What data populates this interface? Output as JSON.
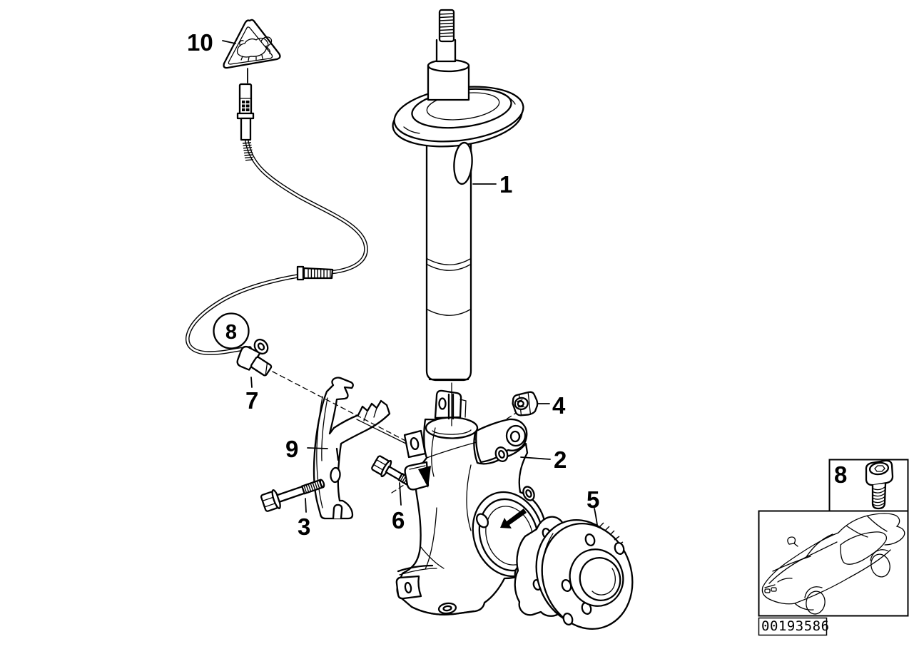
{
  "diagram": {
    "type": "exploded-parts-diagram",
    "subject": "front spring strut with steering knuckle and wheel hub",
    "colors": {
      "line": "#000000",
      "background": "#ffffff"
    }
  },
  "callouts": {
    "c1": "1",
    "c2": "2",
    "c3": "3",
    "c4": "4",
    "c5": "5",
    "c6": "6",
    "c7": "7",
    "c8_balloon": "8",
    "c8_inset": "8",
    "c9": "9",
    "c10": "10"
  },
  "inset": {
    "image_number": "00193586"
  },
  "icons": {
    "warning_triangle": "marten-hazard-warning-icon",
    "car_thumbnail": "car-outline-icon",
    "inset_bolt": "socket-head-screw-icon"
  }
}
